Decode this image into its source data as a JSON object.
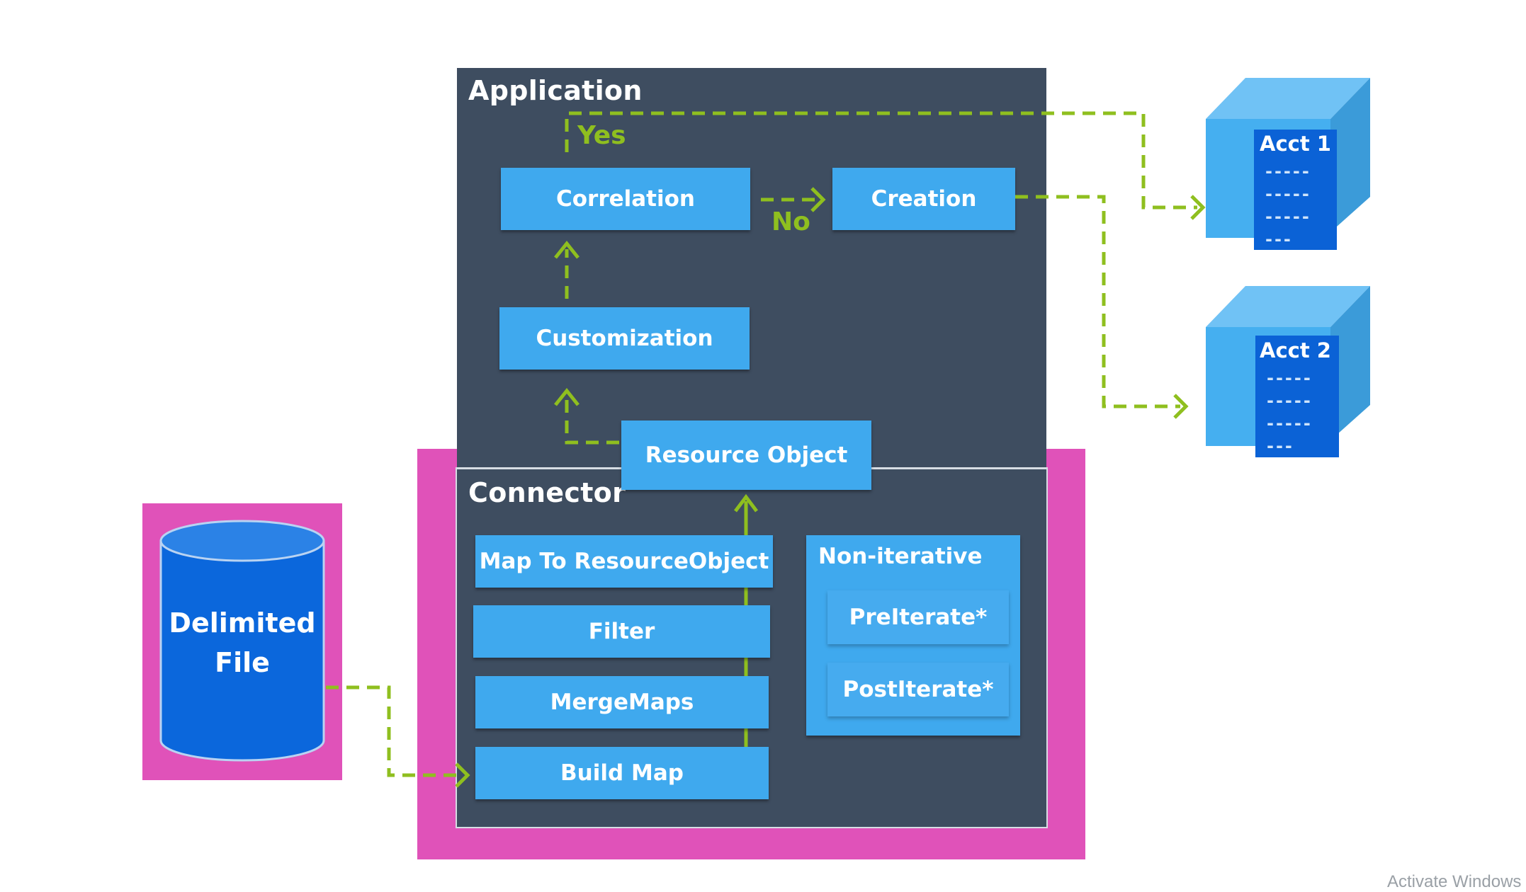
{
  "application": {
    "title": "Application"
  },
  "connector": {
    "title": "Connector"
  },
  "source": {
    "label_line1": "Delimited",
    "label_line2": "File"
  },
  "steps": {
    "correlation": "Correlation",
    "creation": "Creation",
    "customization": "Customization",
    "resource_object": "Resource Object",
    "map_to_resource_object": "Map To ResourceObject",
    "filter": "Filter",
    "merge_maps": "MergeMaps",
    "build_map": "Build Map"
  },
  "non_iterative": {
    "title": "Non-iterative",
    "preiterate": "PreIterate*",
    "postiterate": "PostIterate*"
  },
  "decisions": {
    "yes": "Yes",
    "no": "No"
  },
  "accounts": [
    {
      "label": "Acct 1",
      "lines": [
        "-----",
        "-----",
        "-----",
        "---"
      ]
    },
    {
      "label": "Acct 2",
      "lines": [
        "-----",
        "-----",
        "-----",
        "---"
      ]
    }
  ],
  "watermark": "Activate Windows",
  "colors": {
    "panel": "#3e4d60",
    "box": "#3fa9ee",
    "highlight": "#e052b9",
    "arrow": "#8fbf1f",
    "cylinder": "#0b67dc"
  }
}
